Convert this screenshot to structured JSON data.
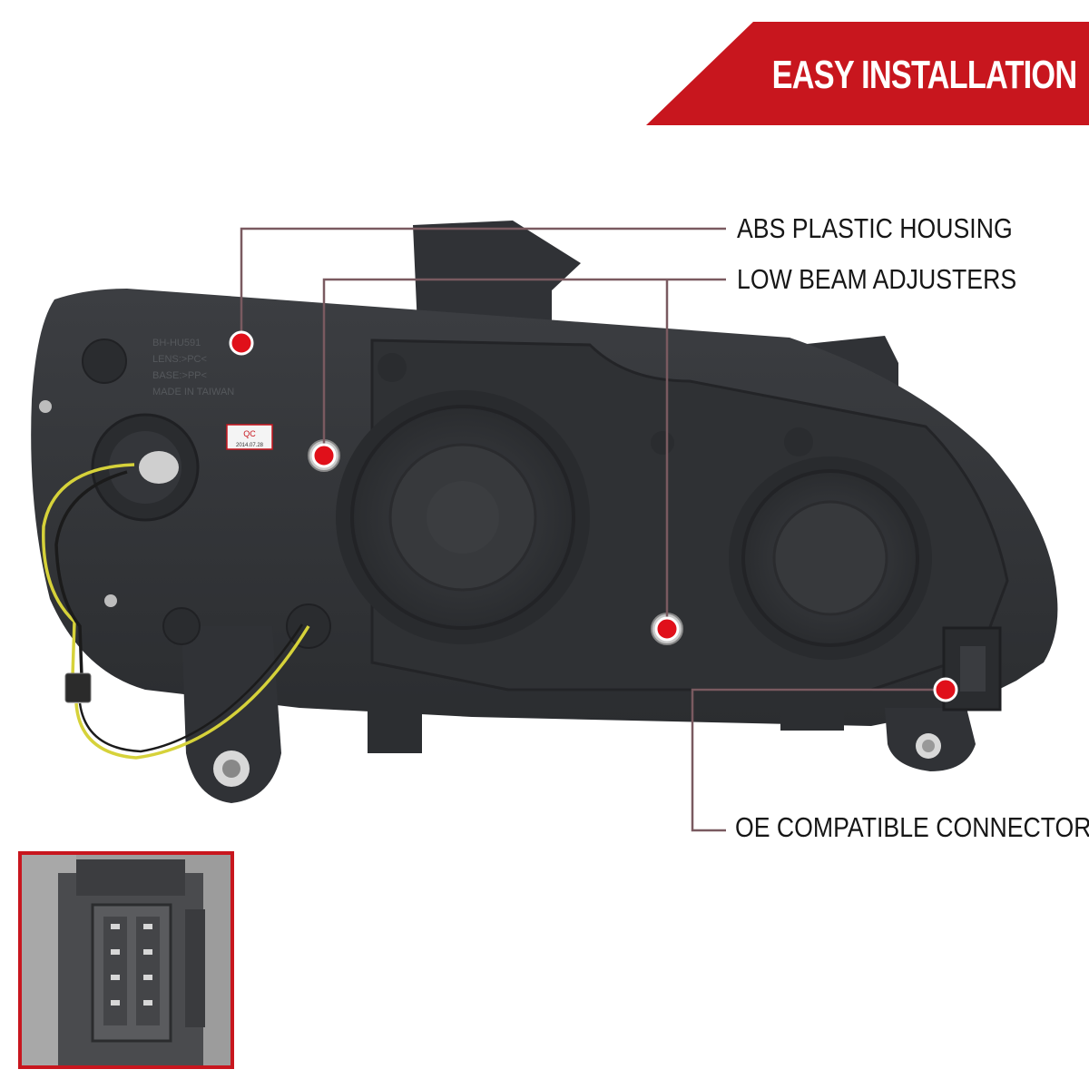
{
  "banner": {
    "title": "EASY INSTALLATION",
    "color": "#c8161e"
  },
  "callouts": {
    "housing": "ABS PLASTIC HOUSING",
    "adjusters": "LOW BEAM ADJUSTERS",
    "connector": "OE COMPATIBLE CONNECTOR"
  },
  "housing_label": {
    "line1": "BH-HU591",
    "line2": "LENS:>PC<",
    "line3": "BASE:>PP<",
    "line4": "MADE IN TAIWAN"
  },
  "qc_sticker": {
    "title": "QC",
    "date": "2014.07.28"
  },
  "colors": {
    "accent": "#c8161e",
    "leader_line": "#7a5a60",
    "marker": "#e0101a"
  }
}
